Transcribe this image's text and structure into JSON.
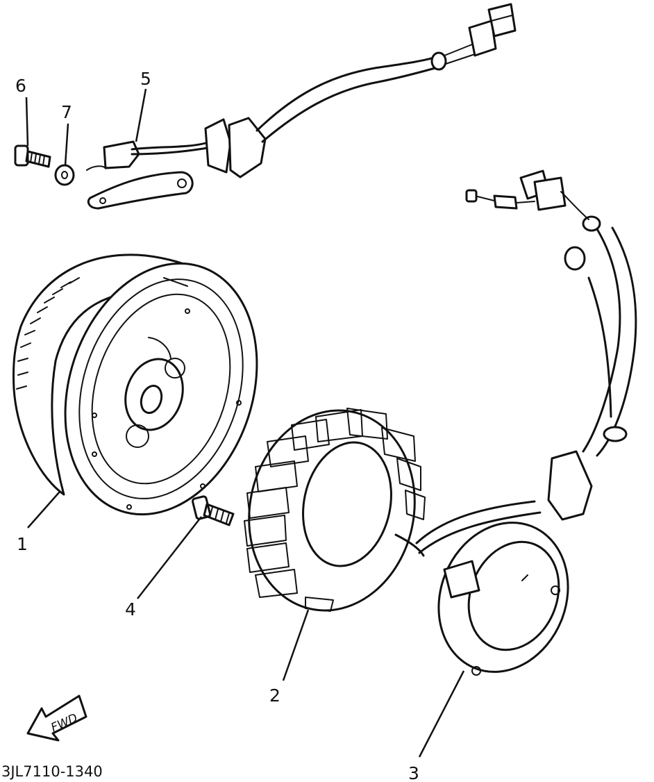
{
  "diagram": {
    "part_numbers": [
      "1",
      "2",
      "3",
      "4",
      "5",
      "6",
      "7"
    ],
    "fwd_label": "FWD",
    "diagram_id": "3JL7110-1340"
  },
  "colors": {
    "ink": "#111111",
    "paper": "#ffffff"
  }
}
